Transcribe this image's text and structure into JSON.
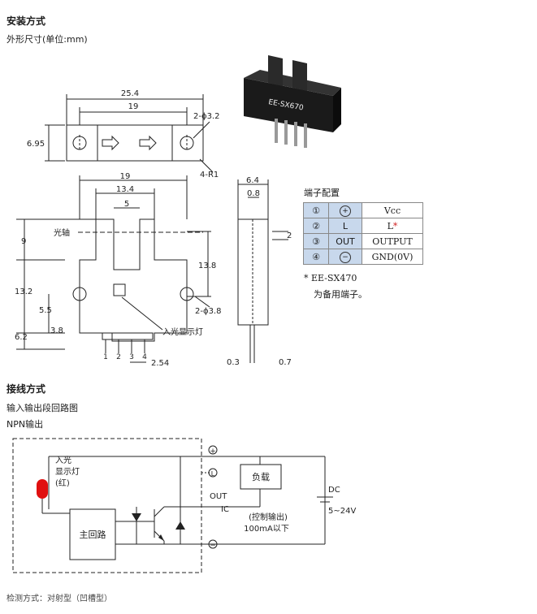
{
  "install": {
    "title": "安装方式",
    "subtitle": "外形尺寸(单位:mm)"
  },
  "top_view": {
    "width_total": "25.4",
    "hole_spacing": "19",
    "height": "6.95",
    "hole": "2-ϕ3.2",
    "radius": "4-R1"
  },
  "product_photo": {
    "model_label": "EE-SX670"
  },
  "front_view": {
    "top_span": "19",
    "slot_width": "13.4",
    "gap": "5",
    "optical_axis": "光轴",
    "dim_9": "9",
    "dim_13_2": "13.2",
    "dim_5_5": "5.5",
    "dim_6_2": "6.2",
    "dim_3_8": "3.8",
    "dim_13_8": "13.8",
    "hole": "2-ϕ3.8",
    "led_label": "入光显示灯",
    "pins": [
      "1",
      "2",
      "3",
      "4"
    ],
    "pin_pitch": "2.54"
  },
  "side_view": {
    "dim_6_4": "6.4",
    "dim_0_8": "0.8",
    "dim_2": "2",
    "dim_0_3": "0.3",
    "dim_0_7": "0.7"
  },
  "pin_config": {
    "title": "端子配置",
    "rows": [
      {
        "num": "①",
        "symbol": "+",
        "func": "Vcc"
      },
      {
        "num": "②",
        "symbol": "L",
        "func": "L"
      },
      {
        "num": "③",
        "symbol": "OUT",
        "func": "OUTPUT"
      },
      {
        "num": "④",
        "symbol": "−",
        "func": "GND(0V)"
      }
    ],
    "star": "*",
    "note_model": "EE-SX470",
    "note_text": "为备用端子。"
  },
  "wiring": {
    "title": "接线方式",
    "sub1": "输入输出段回路图",
    "sub2": "NPN输出",
    "led_label_1": "入光",
    "led_label_2": "显示灯",
    "led_label_3": "(红)",
    "main_circuit": "主回路",
    "load": "负载",
    "control_output": "(控制输出)",
    "current": "100mA以下",
    "out_label": "OUT",
    "ic_label": "IC",
    "plus": "+",
    "minus": "−",
    "l_label": "L",
    "dc_label": "DC",
    "voltage": "5~24V"
  },
  "footer": {
    "text": "检测方式：对射型（凹槽型）"
  },
  "colors": {
    "table_bg": "#c8d8ec",
    "led_red": "#e01010",
    "star_red": "#d02020"
  }
}
